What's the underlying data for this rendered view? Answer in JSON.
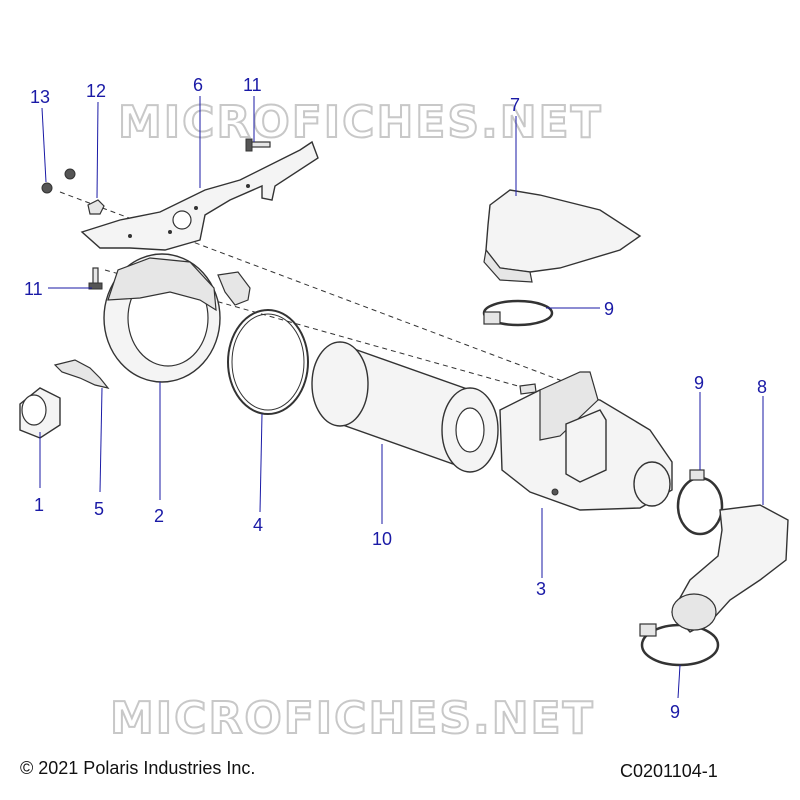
{
  "watermarks": [
    "MICROFICHES.NET",
    "MICROFICHES.NET"
  ],
  "callouts": {
    "c13": "13",
    "c12": "12",
    "c6": "6",
    "c11a": "11",
    "c7": "7",
    "c11b": "11",
    "c9a": "9",
    "c9b": "9",
    "c8": "8",
    "c1": "1",
    "c5": "5",
    "c2": "2",
    "c4": "4",
    "c10": "10",
    "c3": "3",
    "c9c": "9"
  },
  "footer": {
    "copyright": "© 2021 Polaris Industries Inc.",
    "code": "C0201104-1"
  }
}
